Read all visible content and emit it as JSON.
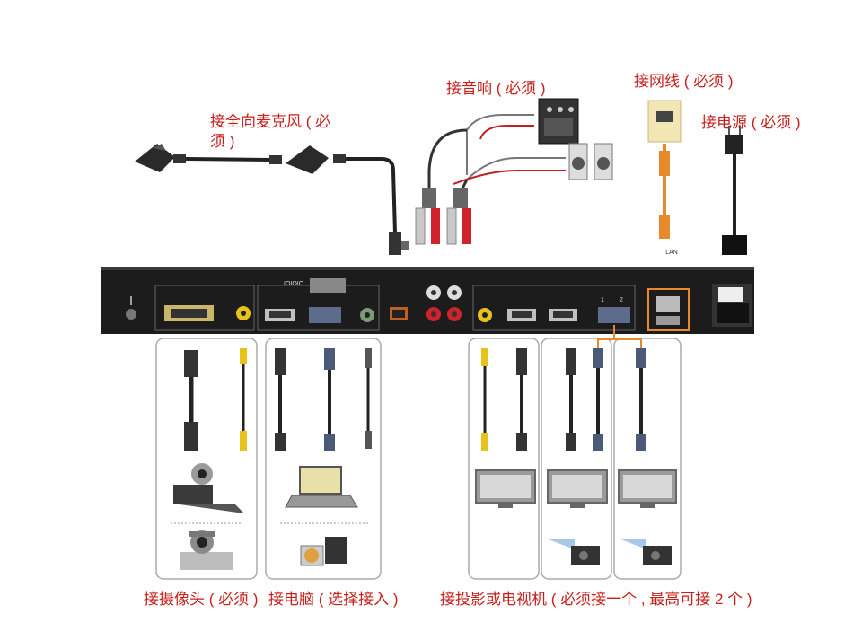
{
  "labels": {
    "mic": "接全向麦克风 ( 必须 )",
    "speaker": "接音响 ( 必须 )",
    "lan_cable": "接网线 ( 必须 )",
    "power": "接电源 ( 必须 )",
    "camera": "接摄像头 ( 必须 )",
    "computer": "接电脑 ( 选择接入 )",
    "display": "接投影或电视机 ( 必须接一个 , 最高可接 2 个 )"
  },
  "panel_markings": {
    "serial": "IOIOIO",
    "lan_port": "LAN",
    "port_1": "1",
    "port_2": "2"
  },
  "colors": {
    "label_red": "#c8201c",
    "panel_black": "#1c1c1c",
    "ethernet_orange": "#e8892b",
    "rca_red": "#d0222a",
    "composite_yellow": "#e8c21b"
  }
}
